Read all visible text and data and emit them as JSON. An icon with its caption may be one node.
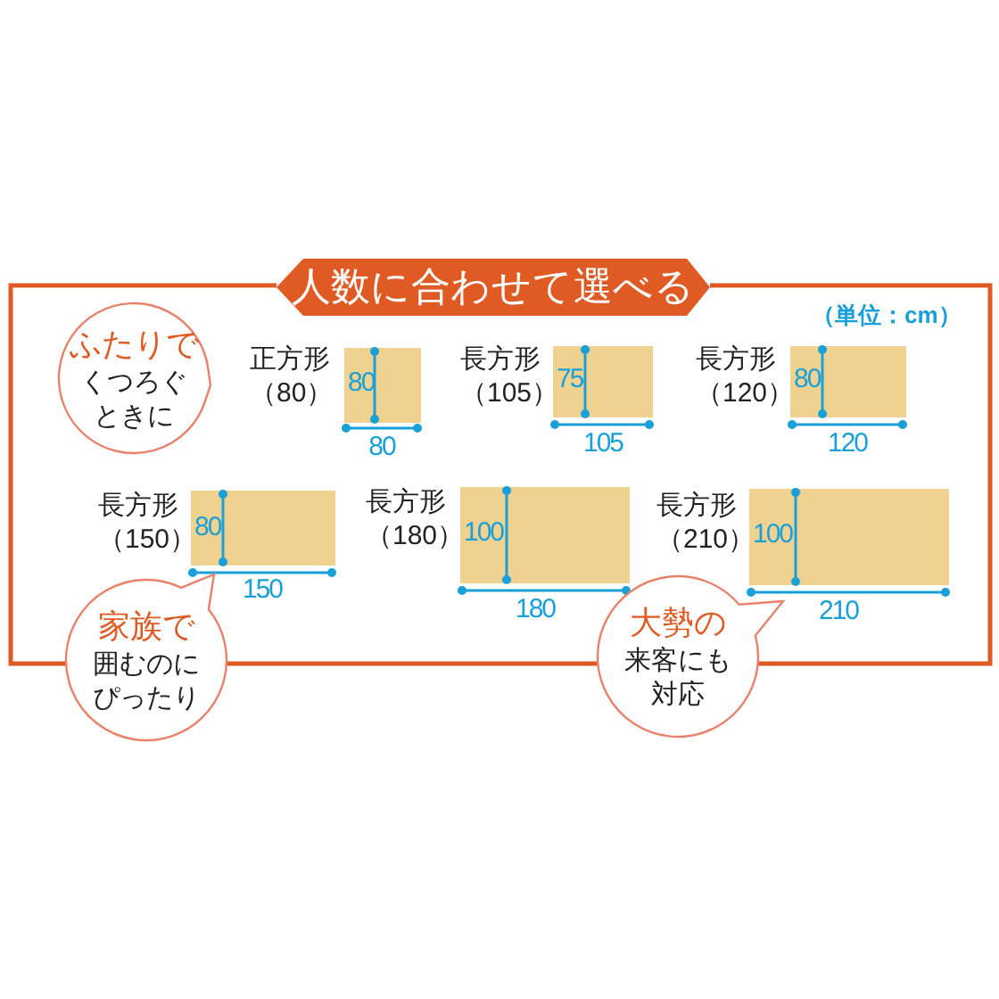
{
  "diagram": {
    "title": "人数に合わせて選べる",
    "nodes": [
      {
        "text": [
          "ふたりで",
          "くつろぐときに"
        ]
      },
      {
        "text": [
          "家族で",
          "囲むのにぴったり"
        ]
      },
      {
        "text": [
          "大勢の",
          "来客にも対応"
        ]
      }
    ],
    "labels": [
      "（単位：cm）",
      "正方形（80）",
      "80",
      "80",
      "長方形（105）",
      "75",
      "105",
      "長方形（120）",
      "80",
      "120",
      "長方形（150）",
      "80",
      "150",
      "長方形（180）",
      "100",
      "180",
      "長方形（210）",
      "100",
      "210"
    ]
  }
}
